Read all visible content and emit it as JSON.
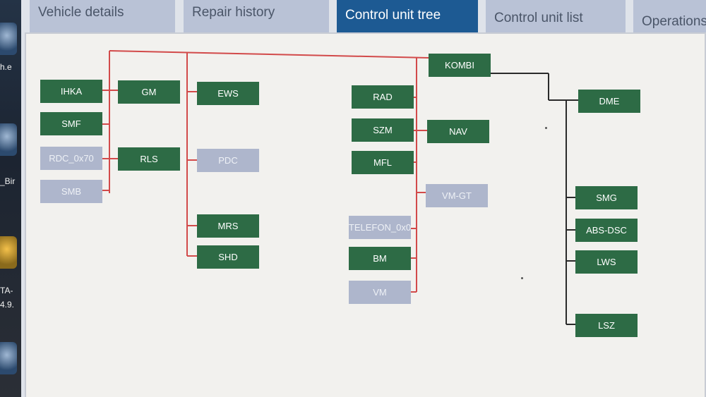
{
  "desktop": {
    "labels": [
      "h.e",
      "_Bir",
      "TA-",
      "4.9."
    ]
  },
  "tabs": [
    {
      "label": "Vehicle details",
      "active": false
    },
    {
      "label": "Repair history",
      "active": false
    },
    {
      "label": "Control unit tree",
      "active": true
    },
    {
      "label": "Control unit list",
      "active": false
    },
    {
      "label": "Operations",
      "active": false
    }
  ],
  "colors": {
    "active_unit": "#2d6b45",
    "inactive_unit": "#aeb6cc",
    "bus_red": "#d24a4a",
    "bus_dark": "#2a2a2a",
    "active_tab": "#1d5a93"
  },
  "units": [
    {
      "id": "kombi",
      "label": "KOMBI",
      "state": "active"
    },
    {
      "id": "ihka",
      "label": "IHKA",
      "state": "active"
    },
    {
      "id": "smf",
      "label": "SMF",
      "state": "active"
    },
    {
      "id": "rdc",
      "label": "RDC_0x70",
      "state": "inactive"
    },
    {
      "id": "smb",
      "label": "SMB",
      "state": "inactive"
    },
    {
      "id": "gm",
      "label": "GM",
      "state": "active"
    },
    {
      "id": "rls",
      "label": "RLS",
      "state": "active"
    },
    {
      "id": "ews",
      "label": "EWS",
      "state": "active"
    },
    {
      "id": "pdc",
      "label": "PDC",
      "state": "inactive"
    },
    {
      "id": "mrs",
      "label": "MRS",
      "state": "active"
    },
    {
      "id": "shd",
      "label": "SHD",
      "state": "active"
    },
    {
      "id": "rad",
      "label": "RAD",
      "state": "active"
    },
    {
      "id": "szm",
      "label": "SZM",
      "state": "active"
    },
    {
      "id": "mfl",
      "label": "MFL",
      "state": "active"
    },
    {
      "id": "telefon",
      "label": "TELEFON_0x0",
      "state": "inactive"
    },
    {
      "id": "bm",
      "label": "BM",
      "state": "active"
    },
    {
      "id": "vm",
      "label": "VM",
      "state": "inactive"
    },
    {
      "id": "nav",
      "label": "NAV",
      "state": "active"
    },
    {
      "id": "vmgt",
      "label": "VM-GT",
      "state": "inactive"
    },
    {
      "id": "dme",
      "label": "DME",
      "state": "active"
    },
    {
      "id": "smg",
      "label": "SMG",
      "state": "active"
    },
    {
      "id": "absdsc",
      "label": "ABS-DSC",
      "state": "active"
    },
    {
      "id": "lws",
      "label": "LWS",
      "state": "active"
    },
    {
      "id": "lsz",
      "label": "LSZ",
      "state": "active"
    }
  ]
}
